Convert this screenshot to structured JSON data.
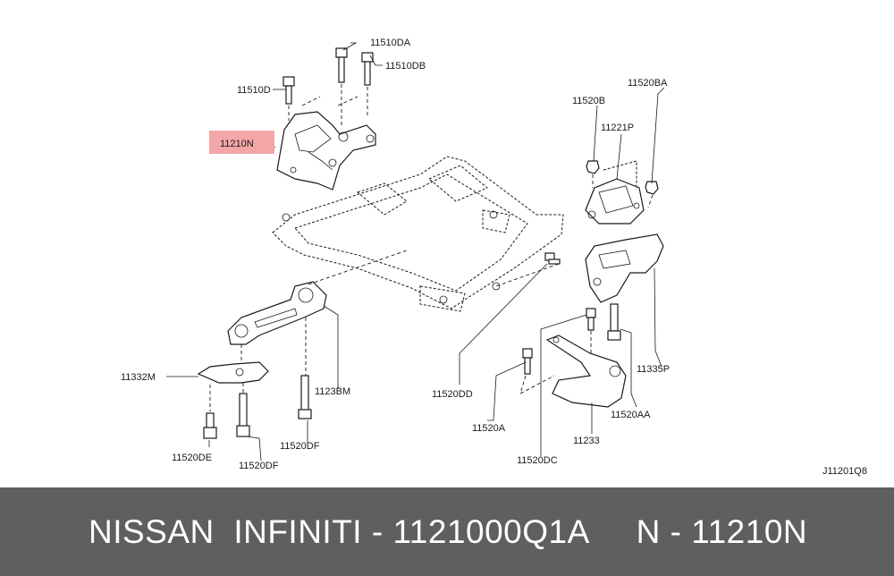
{
  "diagram": {
    "highlighted_part": {
      "label": "11210N",
      "color": "#f4a6a6"
    },
    "labels": {
      "l_11510da": "11510DA",
      "l_11510db": "11510DB",
      "l_11510d": "11510D",
      "l_11210n": "11210N",
      "l_11520b": "11520B",
      "l_11520ba": "11520BA",
      "l_11221p": "11221P",
      "l_11332m": "11332M",
      "l_1123bm": "1123BM",
      "l_11520dd": "11520DD",
      "l_11335p": "11335P",
      "l_11520a": "11520A",
      "l_11520aa": "11520AA",
      "l_11233": "11233",
      "l_11520de": "11520DE",
      "l_11520df_left": "11520DF",
      "l_11520df_mid": "11520DF",
      "l_11520dc": "11520DC"
    },
    "diagram_code": "J11201Q8"
  },
  "footer": {
    "text": "NISSAN  INFINITI - 1121000Q1A     N - 11210N",
    "background": "#5f5f5f"
  }
}
